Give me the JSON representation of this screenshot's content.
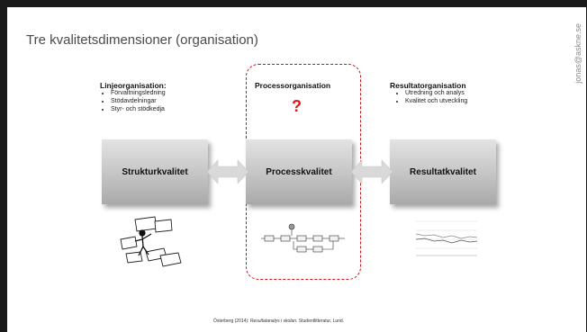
{
  "slide": {
    "title": "Tre kvalitetsdimensioner (organisation)",
    "side_text": "jonas@askne.se"
  },
  "columns": [
    {
      "heading": "Linjeorganisation:",
      "items": [
        "Förvaltningsledning",
        "Stödavdelningar",
        "Styr- och stödkedja"
      ],
      "box_label": "Strukturkvalitet"
    },
    {
      "heading": "Processorganisation",
      "question": "?",
      "box_label": "Processkvalitet"
    },
    {
      "heading": "Resultatorganisation",
      "items": [
        "Utredning och analys",
        "Kvalitet och utveckling"
      ],
      "box_label": "Resultatkvalitet"
    }
  ],
  "footer": {
    "author": "Österberg (2014): ",
    "work": "Resultatanalys i skolan",
    "publisher": ". Studentlitteratur, Lund."
  },
  "colors": {
    "accent_red": "#c8141a",
    "box_gray": "#c4c4c4",
    "arrow_gray": "#d9d9d9"
  }
}
